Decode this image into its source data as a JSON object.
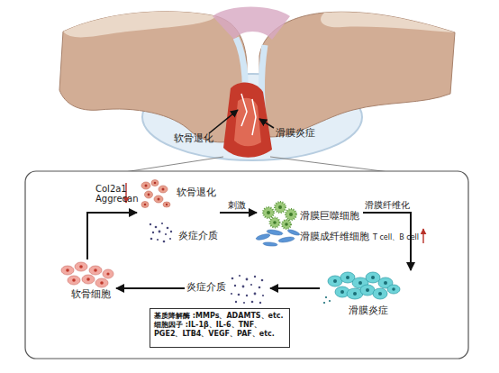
{
  "diagram": {
    "nodes": [
      {
        "text": [
          "软骨退化"
        ]
      },
      {
        "text": [
          "炎症介质"
        ]
      },
      {
        "text": [
          "滑膜巨噬细胞"
        ]
      },
      {
        "text": [
          "滑膜成纤维细胞"
        ]
      },
      {
        "text": [
          "滑膜炎症"
        ]
      },
      {
        "text": [
          "炎症介质"
        ]
      },
      {
        "text": [
          "基质降解酶 :MMPs、ADAMTS、etc.",
          "细胞因子 :IL-1β、IL-6、TNF、 PGE2、LTB4、VEGF、PAF、etc."
        ]
      },
      {
        "text": [
          "软骨细胞"
        ]
      }
    ],
    "edges": [
      {
        "from": 7,
        "to": 0,
        "arrow": "to",
        "label": "Col2a1 Aggrecan"
      },
      {
        "from": 0,
        "to": 2,
        "arrow": "to",
        "label": "刺激"
      },
      {
        "from": 2,
        "to": 4,
        "arrow": "to",
        "label": "滑膜纤维化"
      },
      {
        "from": 4,
        "to": 5,
        "arrow": "to"
      },
      {
        "from": 5,
        "to": 7,
        "arrow": "to"
      }
    ],
    "labels": [
      "软骨退化",
      "滑膜炎症",
      "T cell、B cell"
    ]
  }
}
